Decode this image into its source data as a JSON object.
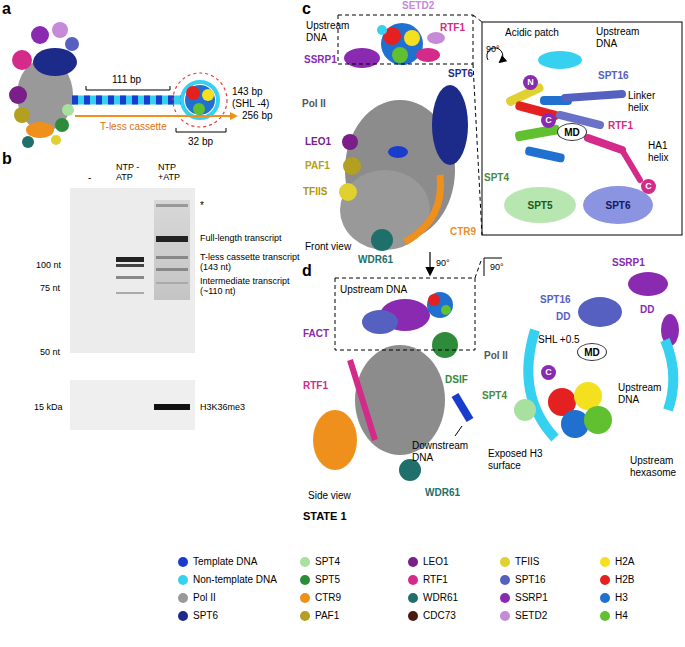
{
  "diagram": {
    "nodes": [
      {
        "text": [
          "N"
        ]
      },
      {
        "text": [
          "C"
        ]
      },
      {
        "text": [
          "MD"
        ]
      },
      {
        "text": [
          "C"
        ]
      },
      {
        "text": [
          "SPT5"
        ]
      },
      {
        "text": [
          "SPT6"
        ]
      },
      {
        "text": [
          "MD"
        ]
      },
      {
        "text": [
          "C"
        ]
      }
    ],
    "labels": [
      "a",
      "111 bp",
      "143 bp (SHL -4)",
      "256 bp",
      "T-less cassette",
      "32 bp",
      "b",
      "-",
      "NTP -ATP",
      "NTP +ATP",
      "*",
      "Full-length transcript",
      "T-less cassette transcript (143 nt)",
      "Intermediate transcript (~110 nt)",
      "100 nt",
      "75 nt",
      "50 nt",
      "15 kDa",
      "H3K36me3",
      "c",
      "Upstream DNA",
      "SETD2",
      "RTF1",
      "SSRP1",
      "Pol II",
      "SPT6",
      "LEO1",
      "PAF1",
      "TFIIS",
      "CTR9",
      "WDR61",
      "Front view",
      "90°",
      "Acidic patch",
      "Upstream DNA",
      "SPT16",
      "Linker helix",
      "RTF1",
      "HA1 helix",
      "90°",
      "d",
      "Upstream DNA",
      "FACT",
      "RTF1",
      "DSIF",
      "Downstream DNA",
      "WDR61",
      "Side view",
      "STATE 1",
      "90°",
      "SSRP1",
      "SPT16",
      "DD",
      "DD",
      "SHL +0.5",
      "Pol II",
      "SPT4",
      "Upstream DNA",
      "Exposed H3 surface",
      "Upstream hexasome",
      "SPT4"
    ],
    "legend": [
      {
        "text": "Template DNA",
        "color": "#1a3ccc"
      },
      {
        "text": "Non-template DNA",
        "color": "#36d0f0"
      },
      {
        "text": "Pol II",
        "color": "#999999"
      },
      {
        "text": "SPT6",
        "color": "#1c2a8a"
      },
      {
        "text": "SPT4",
        "color": "#a8e0a0"
      },
      {
        "text": "SPT5",
        "color": "#2e8b3a"
      },
      {
        "text": "CTR9",
        "color": "#f0901c"
      },
      {
        "text": "PAF1",
        "color": "#b3a020"
      },
      {
        "text": "LEO1",
        "color": "#7a1e8a"
      },
      {
        "text": "RTF1",
        "color": "#d42a8a"
      },
      {
        "text": "WDR61",
        "color": "#1f6f6a"
      },
      {
        "text": "CDC73",
        "color": "#4a1a10"
      },
      {
        "text": "TFIIS",
        "color": "#e0d030"
      },
      {
        "text": "SPT16",
        "color": "#5560c0"
      },
      {
        "text": "SSRP1",
        "color": "#8a2ab0"
      },
      {
        "text": "SETD2",
        "color": "#c58ad8"
      },
      {
        "text": "H2A",
        "color": "#f5e020"
      },
      {
        "text": "H2B",
        "color": "#e52020"
      },
      {
        "text": "H3",
        "color": "#2070d0"
      },
      {
        "text": "H4",
        "color": "#60c030"
      }
    ]
  }
}
